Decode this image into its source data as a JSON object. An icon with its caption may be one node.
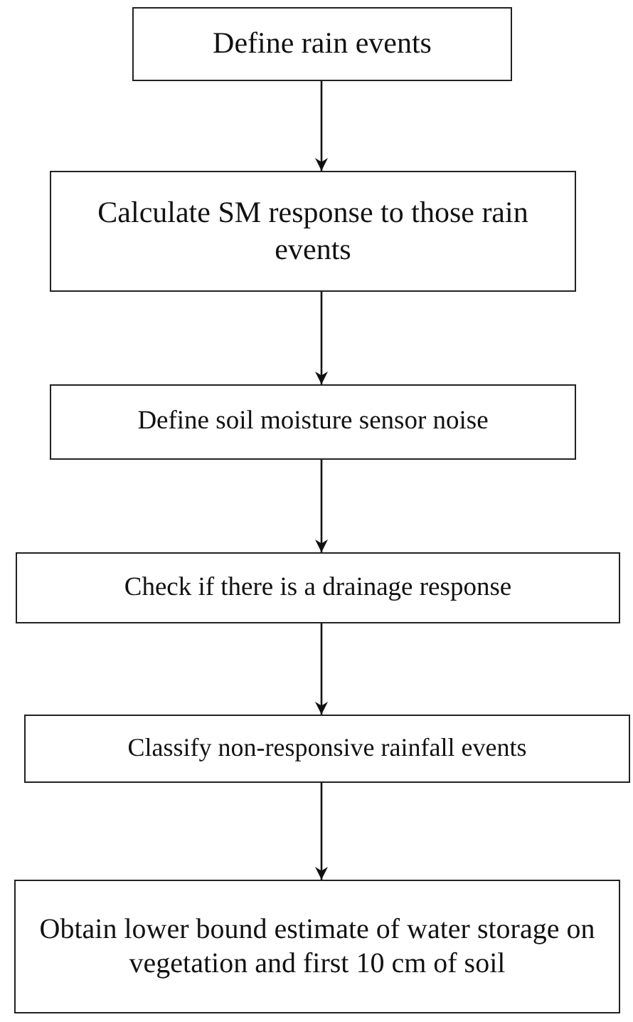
{
  "diagram": {
    "nodes": [
      {
        "text": [
          "Define rain events"
        ]
      },
      {
        "text": [
          "Calculate SM response to those rain events"
        ]
      },
      {
        "text": [
          "Define soil moisture sensor noise"
        ]
      },
      {
        "text": [
          "Check if there is a drainage response"
        ]
      },
      {
        "text": [
          "Classify non-responsive rainfall events"
        ]
      },
      {
        "text": [
          "Obtain lower bound estimate of water storage on vegetation and first 10 cm of soil"
        ]
      }
    ],
    "edges": [
      {
        "from": 0,
        "to": 1,
        "arrow": "to"
      },
      {
        "from": 1,
        "to": 2,
        "arrow": "to"
      },
      {
        "from": 2,
        "to": 3,
        "arrow": "to"
      },
      {
        "from": 3,
        "to": 4,
        "arrow": "to"
      },
      {
        "from": 4,
        "to": 5,
        "arrow": "to"
      }
    ]
  }
}
